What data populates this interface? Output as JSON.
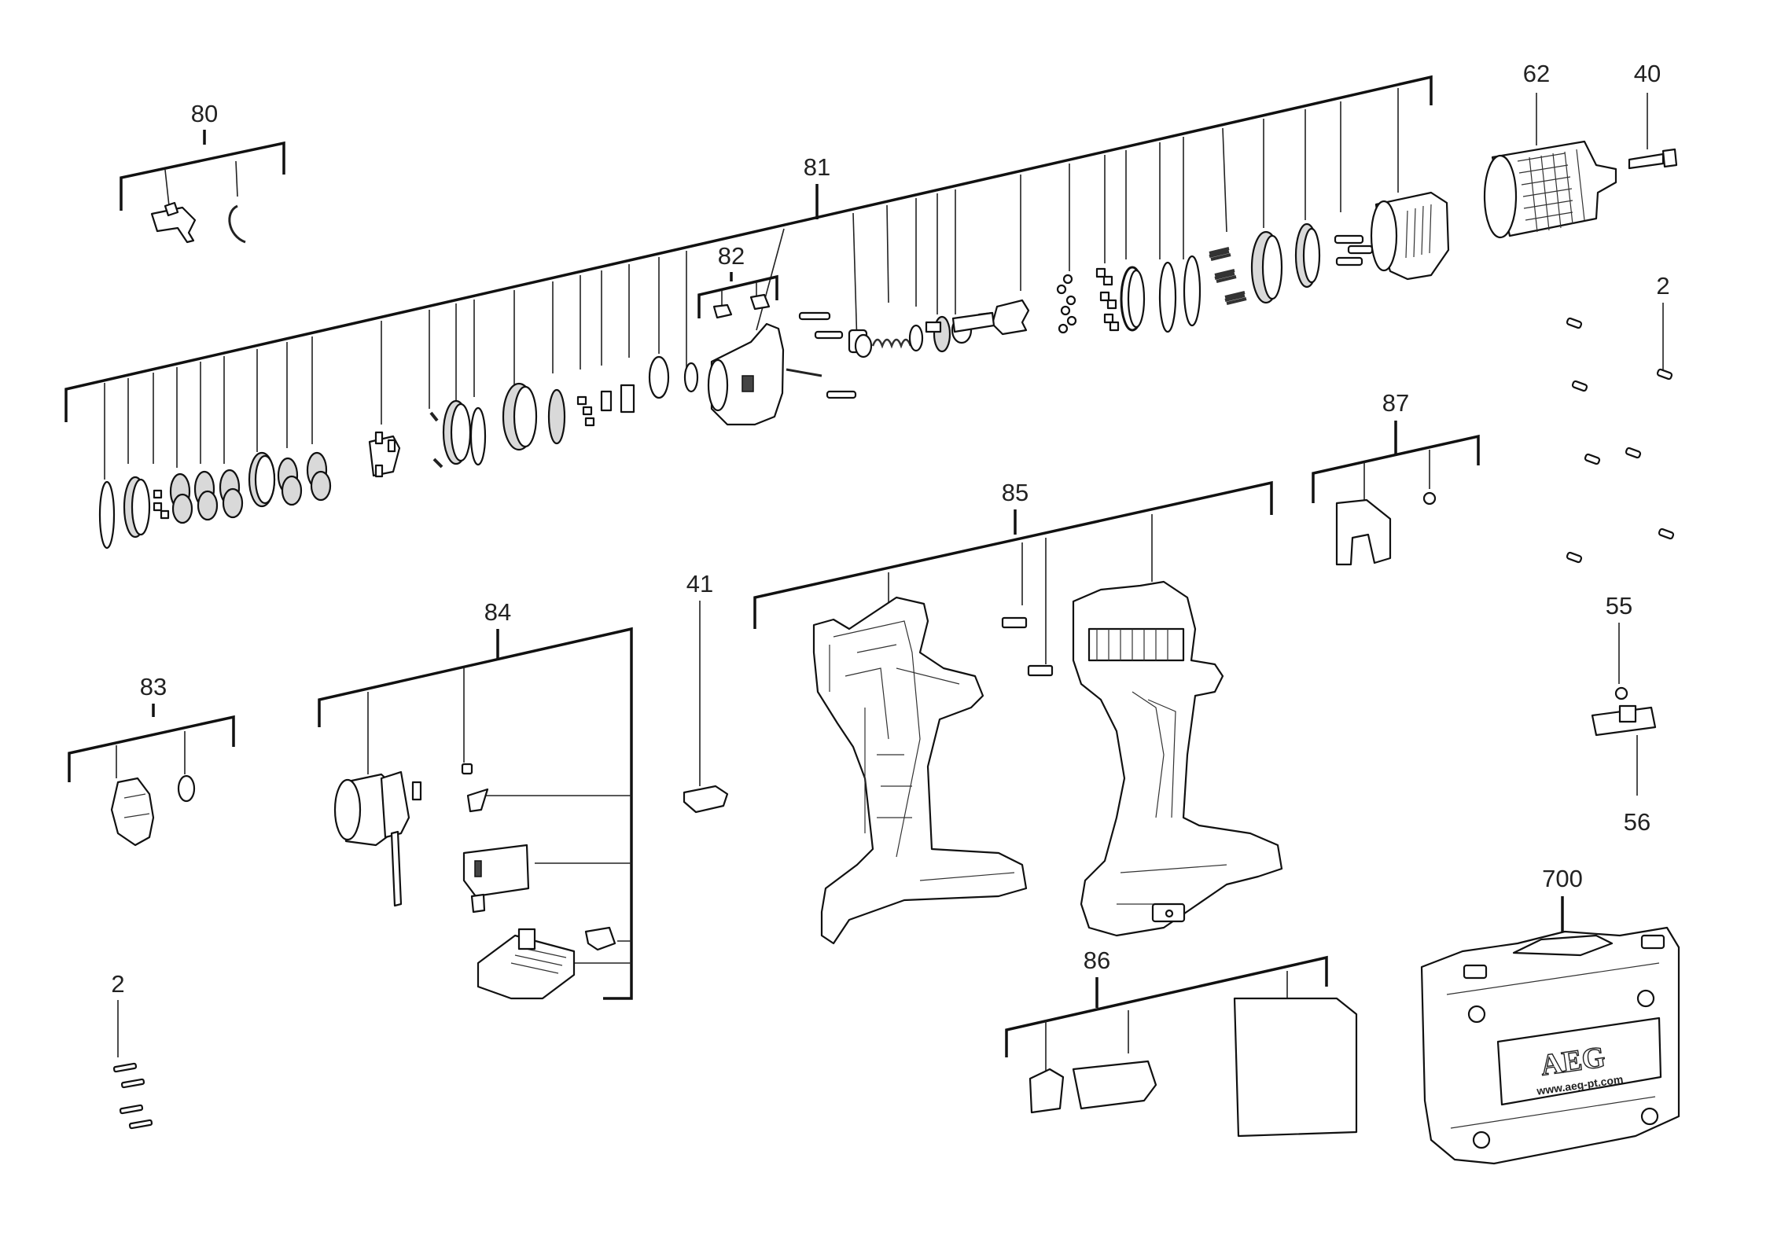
{
  "callouts": {
    "c80": "80",
    "c81": "81",
    "c82": "82",
    "c62": "62",
    "c40": "40",
    "c2a": "2",
    "c87": "87",
    "c85": "85",
    "c41": "41",
    "c84": "84",
    "c83": "83",
    "c55": "55",
    "c56": "56",
    "c700": "700",
    "c86": "86",
    "c2b": "2"
  },
  "case": {
    "brand": "AEG",
    "website": "www.aeg-pt.com"
  },
  "icons": {
    "chuck": "keyless-chuck",
    "housing": "housing-shell",
    "motor": "motor",
    "case": "carry-case",
    "screw": "screw"
  }
}
